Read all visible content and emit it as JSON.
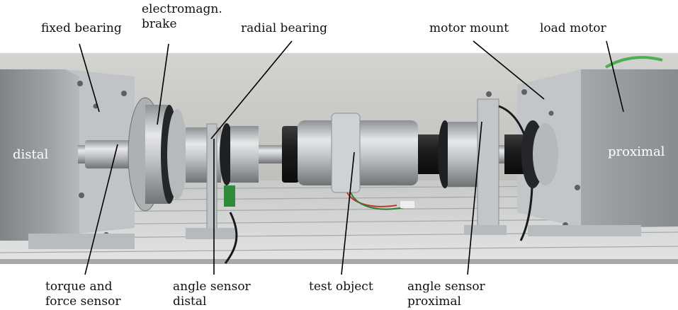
{
  "labels": {
    "fixed_bearing": "fixed bearing",
    "electromagn_brake_1": "electromagn.",
    "electromagn_brake_2": "brake",
    "radial_bearing": "radial bearing",
    "motor_mount": "motor mount",
    "load_motor": "load motor",
    "distal": "distal",
    "proximal": "proximal",
    "torque_force_1": "torque and",
    "torque_force_2": "force sensor",
    "angle_distal_1": "angle sensor",
    "angle_distal_2": "distal",
    "test_object": "test object",
    "angle_proximal_1": "angle sensor",
    "angle_proximal_2": "proximal"
  },
  "colors": {
    "label_text": "#111111",
    "photo_label_text": "#ffffff",
    "leader_line": "#000000",
    "wall": "#c9c9c6",
    "aluminium": "#b4b6b8",
    "rail": "#d2d3d3"
  }
}
